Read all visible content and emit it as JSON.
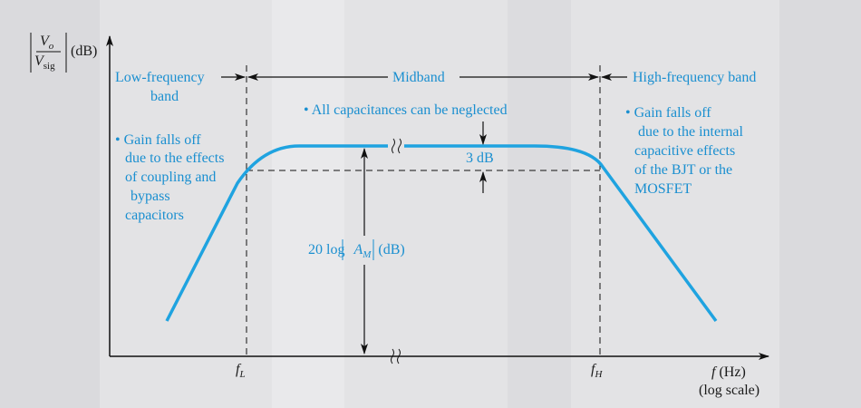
{
  "colors": {
    "curve": "#1fa3e0",
    "annotation": "#1a8fd0",
    "axis": "#111111",
    "background": "#e3e3e5"
  },
  "y_axis": {
    "numerator": "V",
    "numerator_sub": "o",
    "denominator": "V",
    "denominator_sub": "sig",
    "unit": "(dB)"
  },
  "x_axis": {
    "label": "f",
    "unit": "(Hz)",
    "scale": "(log scale)",
    "tick_fl": "f",
    "tick_fl_sub": "L",
    "tick_fh": "f",
    "tick_fh_sub": "H"
  },
  "bands": {
    "low_line1": "Low-frequency",
    "low_line2": "band",
    "mid": "Midband",
    "high": "High-frequency band"
  },
  "notes": {
    "low": [
      "• Gain falls off",
      "due to the effects",
      "of coupling and",
      "bypass",
      "capacitors"
    ],
    "mid": "• All capacitances can be neglected",
    "high": [
      "• Gain falls off",
      "due to the internal",
      "capacitive effects",
      "of the BJT or the",
      "MOSFET"
    ]
  },
  "annotations": {
    "drop": "3 dB",
    "gain_prefix": "20 log",
    "gain_var": "A",
    "gain_sub": "M",
    "gain_unit": "(dB)"
  }
}
